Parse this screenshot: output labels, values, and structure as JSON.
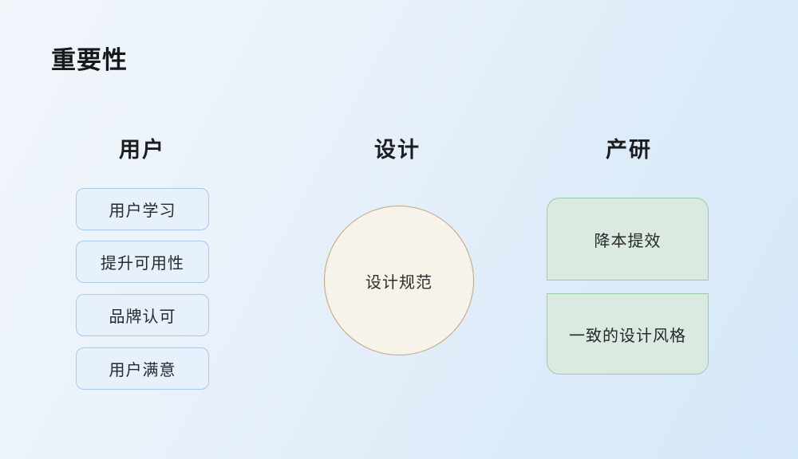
{
  "title": "重要性",
  "columns": {
    "user": {
      "header": "用户",
      "items": [
        "用户学习",
        "提升可用性",
        "品牌认可",
        "用户满意"
      ]
    },
    "design": {
      "header": "设计",
      "circle_label": "设计规范"
    },
    "prod": {
      "header": "产研",
      "items": [
        "降本提效",
        "一致的设计风格"
      ]
    }
  },
  "colors": {
    "background_start": "#f1f6fb",
    "background_end": "#d5e8f8",
    "title_text": "#17181b",
    "blue_box_fill": "#e7f1fb",
    "blue_box_border": "#a8c9e8",
    "circle_fill": "#f7f3ea",
    "circle_border": "#c1a57d",
    "green_box_fill": "#dbeae1",
    "green_box_border": "#9acda6"
  }
}
